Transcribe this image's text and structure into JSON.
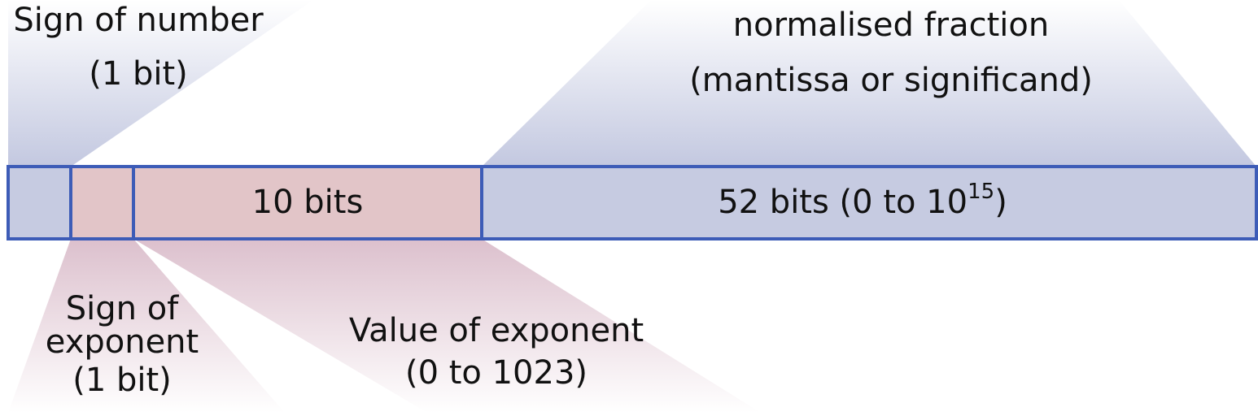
{
  "labels": {
    "sign_number_line1": "Sign of number",
    "sign_number_line2": "(1 bit)",
    "fraction_line1": "normalised fraction",
    "fraction_line2": "(mantissa or significand)",
    "exponent_bits": "10 bits",
    "fraction_bits_prefix": "52 bits (0 to 10",
    "fraction_bits_exp": "15",
    "fraction_bits_suffix": ")",
    "sign_exp_line1": "Sign of",
    "sign_exp_line2": "exponent",
    "sign_exp_line3": "(1 bit)",
    "value_exp_line1": "Value of exponent",
    "value_exp_line2": "(0 to 1023)"
  },
  "colors": {
    "blue_field": "#c6cbe1",
    "pink_field": "#e2c5c8",
    "border": "#3d5cb7",
    "blue_fan_top": "#ffffff",
    "blue_fan_bottom": "#c3c8e0",
    "pink_fan_top": "#dcc0cd",
    "pink_fan_bottom": "#ffffff"
  }
}
